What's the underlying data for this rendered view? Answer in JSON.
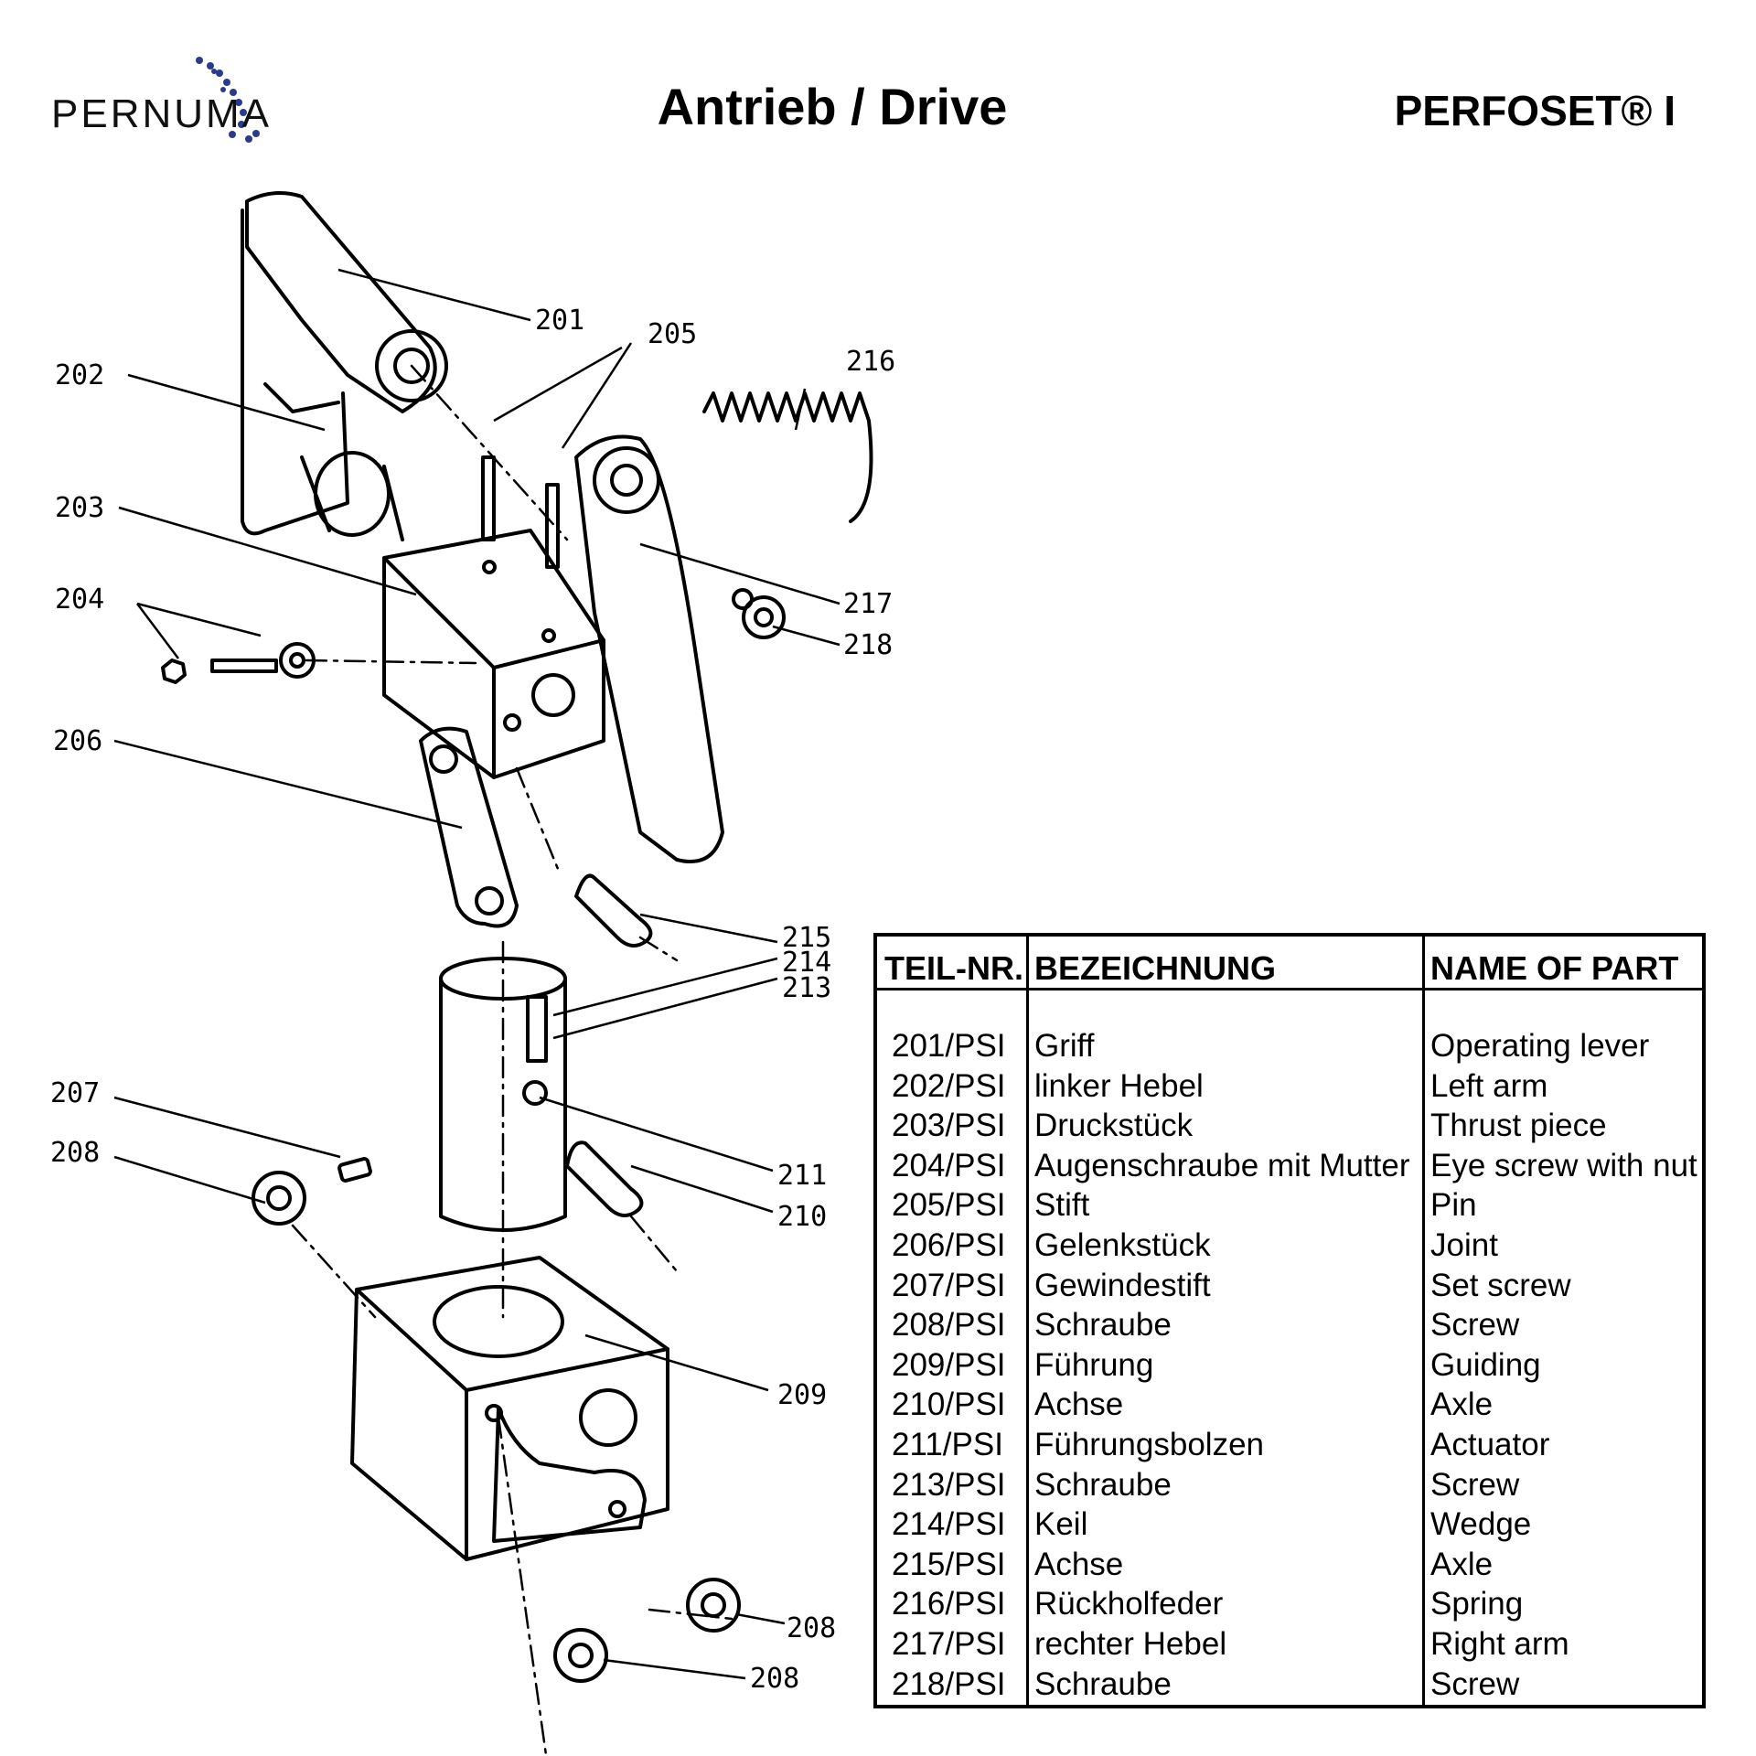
{
  "header": {
    "brand": "PERNUMA",
    "title": "Antrieb / Drive",
    "product": "PERFOSET® I"
  },
  "callouts": {
    "c201": "201",
    "c202": "202",
    "c203": "203",
    "c204": "204",
    "c205": "205",
    "c206": "206",
    "c207": "207",
    "c208a": "208",
    "c208b": "208",
    "c208c": "208",
    "c209": "209",
    "c210": "210",
    "c211": "211",
    "c213": "213",
    "c214": "214",
    "c215": "215",
    "c216": "216",
    "c217": "217",
    "c218": "218"
  },
  "table": {
    "headers": {
      "part_no": "TEIL-NR.",
      "german": "BEZEICHNUNG",
      "english": "NAME OF PART"
    },
    "rows": [
      {
        "no": "201/PSI",
        "de": "Griff",
        "en": "Operating lever"
      },
      {
        "no": "202/PSI",
        "de": "linker Hebel",
        "en": "Left arm"
      },
      {
        "no": "203/PSI",
        "de": "Druckstück",
        "en": "Thrust piece"
      },
      {
        "no": "204/PSI",
        "de": "Augenschraube mit Mutter",
        "en": "Eye screw with nut"
      },
      {
        "no": "205/PSI",
        "de": "Stift",
        "en": "Pin"
      },
      {
        "no": "206/PSI",
        "de": "Gelenkstück",
        "en": "Joint"
      },
      {
        "no": "207/PSI",
        "de": "Gewindestift",
        "en": "Set screw"
      },
      {
        "no": "208/PSI",
        "de": "Schraube",
        "en": "Screw"
      },
      {
        "no": "209/PSI",
        "de": "Führung",
        "en": "Guiding"
      },
      {
        "no": "210/PSI",
        "de": "Achse",
        "en": "Axle"
      },
      {
        "no": "211/PSI",
        "de": "Führungsbolzen",
        "en": "Actuator"
      },
      {
        "no": "213/PSI",
        "de": "Schraube",
        "en": "Screw"
      },
      {
        "no": "214/PSI",
        "de": "Keil",
        "en": "Wedge"
      },
      {
        "no": "215/PSI",
        "de": "Achse",
        "en": "Axle"
      },
      {
        "no": "216/PSI",
        "de": "Rückholfeder",
        "en": "Spring"
      },
      {
        "no": "217/PSI",
        "de": "rechter Hebel",
        "en": "Right arm"
      },
      {
        "no": "218/PSI",
        "de": "Schraube",
        "en": "Screw"
      }
    ]
  },
  "colors": {
    "logo_dots": "#2b3a8c",
    "ink": "#000000"
  }
}
